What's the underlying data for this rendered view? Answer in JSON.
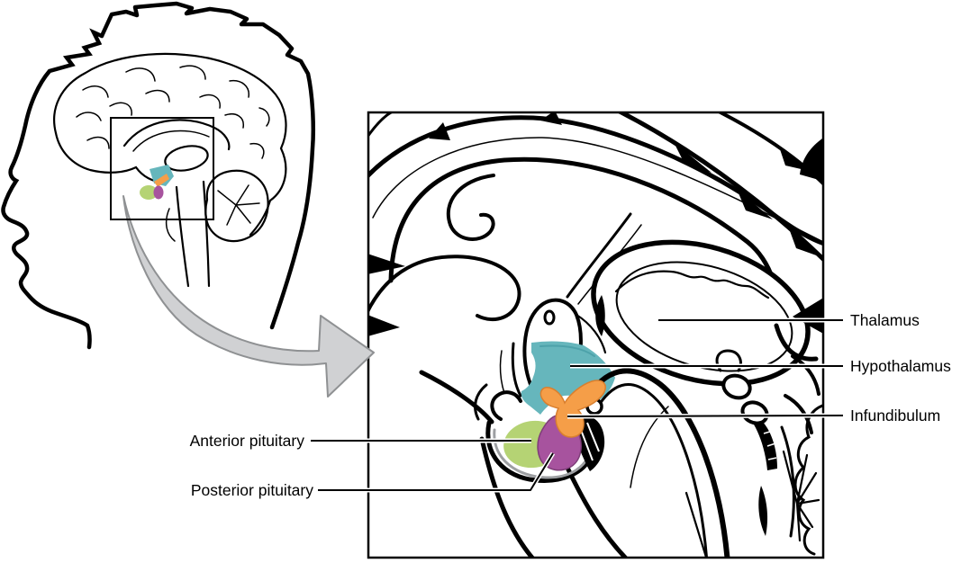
{
  "labels": {
    "thalamus": "Thalamus",
    "hypothalamus": "Hypothalamus",
    "infundibulum": "Infundibulum",
    "anterior_pituitary": "Anterior pituitary",
    "posterior_pituitary": "Posterior pituitary"
  },
  "colors": {
    "hypothalamus": "#66b6bc",
    "infundibulum": "#f59e48",
    "anterior_pituitary": "#b5d374",
    "posterior_pituitary": "#a7539e",
    "arrow_fill": "#d0d1d3",
    "outline": "#000000"
  }
}
